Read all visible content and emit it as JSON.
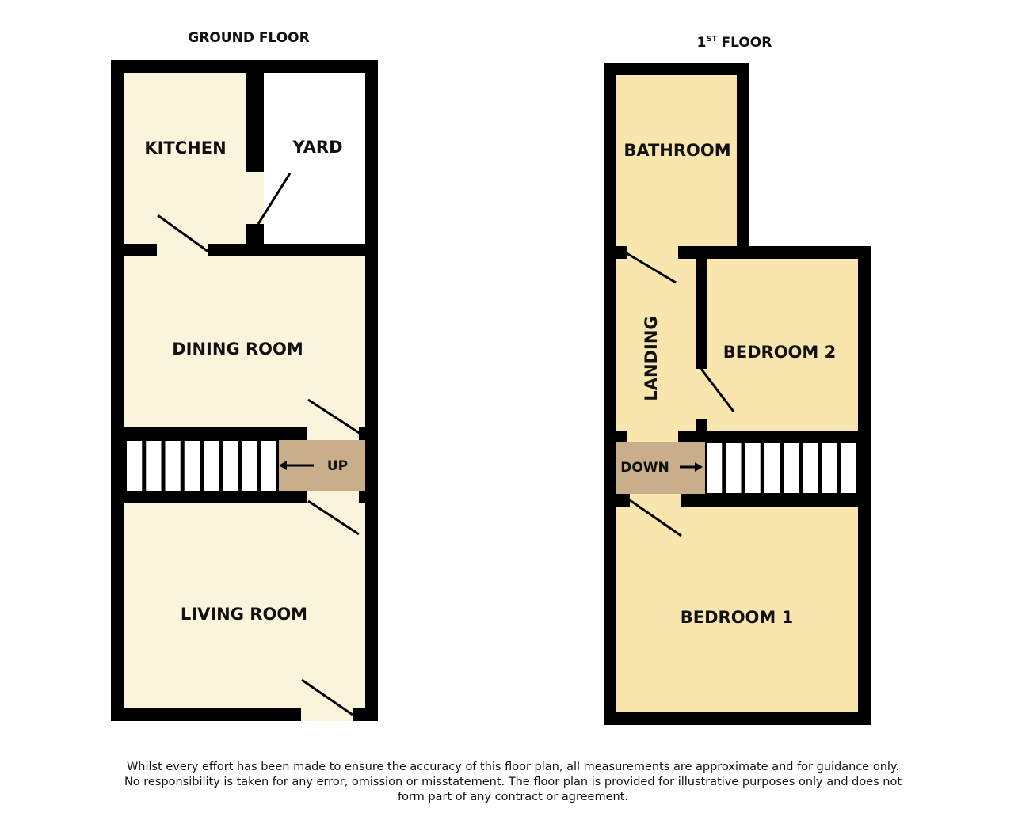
{
  "ground_floor": {
    "title": "GROUND FLOOR",
    "rooms": {
      "kitchen": "KITCHEN",
      "yard": "YARD",
      "dining": "DINING ROOM",
      "living": "LIVING ROOM"
    },
    "stairs_label": "UP"
  },
  "first_floor": {
    "title_num": "1",
    "title_sup": "ST",
    "title_rest": "FLOOR",
    "rooms": {
      "bathroom": "BATHROOM",
      "landing": "LANDING",
      "bedroom2": "BEDROOM 2",
      "bedroom1": "BEDROOM 1"
    },
    "stairs_label": "DOWN"
  },
  "disclaimer": "Whilst every effort has been made to ensure the accuracy of this floor plan, all measurements are approximate and for guidance only. No responsibility is taken for any error, omission or misstatement. The floor plan is provided for illustrative purposes only and does not form part of any contract or agreement.",
  "colors": {
    "ground": "#FBF4DC",
    "first": "#F9E6AF",
    "stair_landing": "#C8AE8B",
    "wall": "#000000"
  }
}
